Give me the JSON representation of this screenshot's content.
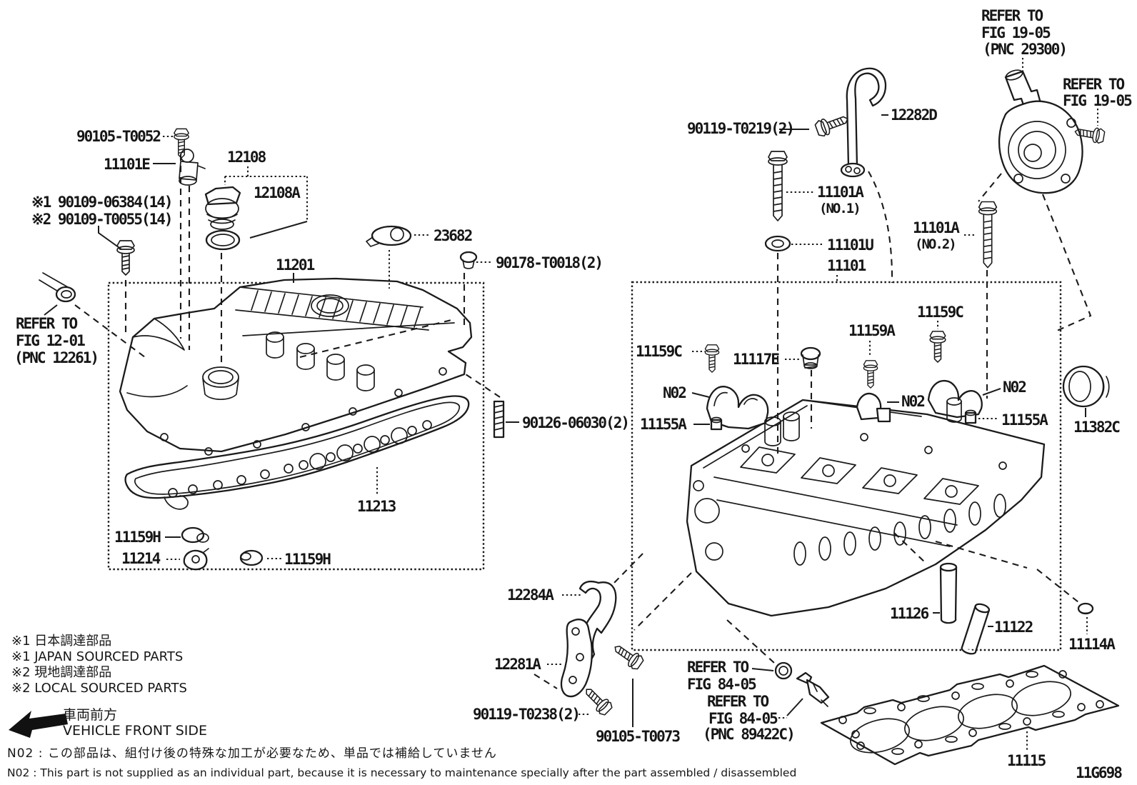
{
  "figure": {
    "code": "11G698",
    "background": "#ffffff",
    "line_color": "#1b1b1b"
  },
  "callouts": {
    "p90105_T0052": "90105-T0052",
    "p11101E": "11101E",
    "p12108": "12108",
    "p12108A": "12108A",
    "p90109_1": "※1 90109-06384(14)",
    "p90109_2": "※2 90109-T0055(14)",
    "p11201": "11201",
    "p23682": "23682",
    "p90178": "90178-T0018(2)",
    "p90126": "90126-06030(2)",
    "p11213": "11213",
    "p11159H": "11159H",
    "p11214": "11214",
    "p12284A": "12284A",
    "p12281A": "12281A",
    "p90119_T0238": "90119-T0238(2)",
    "p90105_T0073": "90105-T0073",
    "p90119_T0219": "90119-T0219(2)",
    "p12282D": "12282D",
    "p11101A": "11101A",
    "no1": "(NO.1)",
    "no2": "(NO.2)",
    "p11101U": "11101U",
    "p11101": "11101",
    "p11159C": "11159C",
    "p11117E": "11117E",
    "p11159A": "11159A",
    "n02": "N02",
    "p11155A": "11155A",
    "p11382C": "11382C",
    "p11126": "11126",
    "p11122": "11122",
    "p11114A": "11114A",
    "p11115": "11115"
  },
  "refer_notes": {
    "fig12": {
      "l1": "REFER TO",
      "l2": "FIG 12-01",
      "l3": "(PNC 12261)"
    },
    "fig19_pump": {
      "l1": "REFER TO",
      "l2": "FIG 19-05",
      "l3": "(PNC 29300)"
    },
    "fig19_bolt": {
      "l1": "REFER TO",
      "l2": "FIG 19-05"
    },
    "fig84_ring": {
      "l1": "REFER TO",
      "l2": "FIG 84-05"
    },
    "fig84_sensor": {
      "l1": "REFER TO",
      "l2": "FIG 84-05",
      "l3": "(PNC 89422C)"
    }
  },
  "legend": {
    "item1_jp": "※1 日本調達部品",
    "item1_en": "※1 JAPAN SOURCED PARTS",
    "item2_jp": "※2 現地調達部品",
    "item2_en": "※2 LOCAL SOURCED PARTS"
  },
  "front_marker": {
    "jp": "車両前方",
    "en": "VEHICLE FRONT SIDE"
  },
  "notes": {
    "n02_jp": "N02 : この部品は、組付け後の特殊な加工が必要なため、単品では補給していません",
    "n02_en": "N02 : This part is not supplied as an individual part, because it is necessary to maintenance specially after the part assembled / disassembled"
  }
}
